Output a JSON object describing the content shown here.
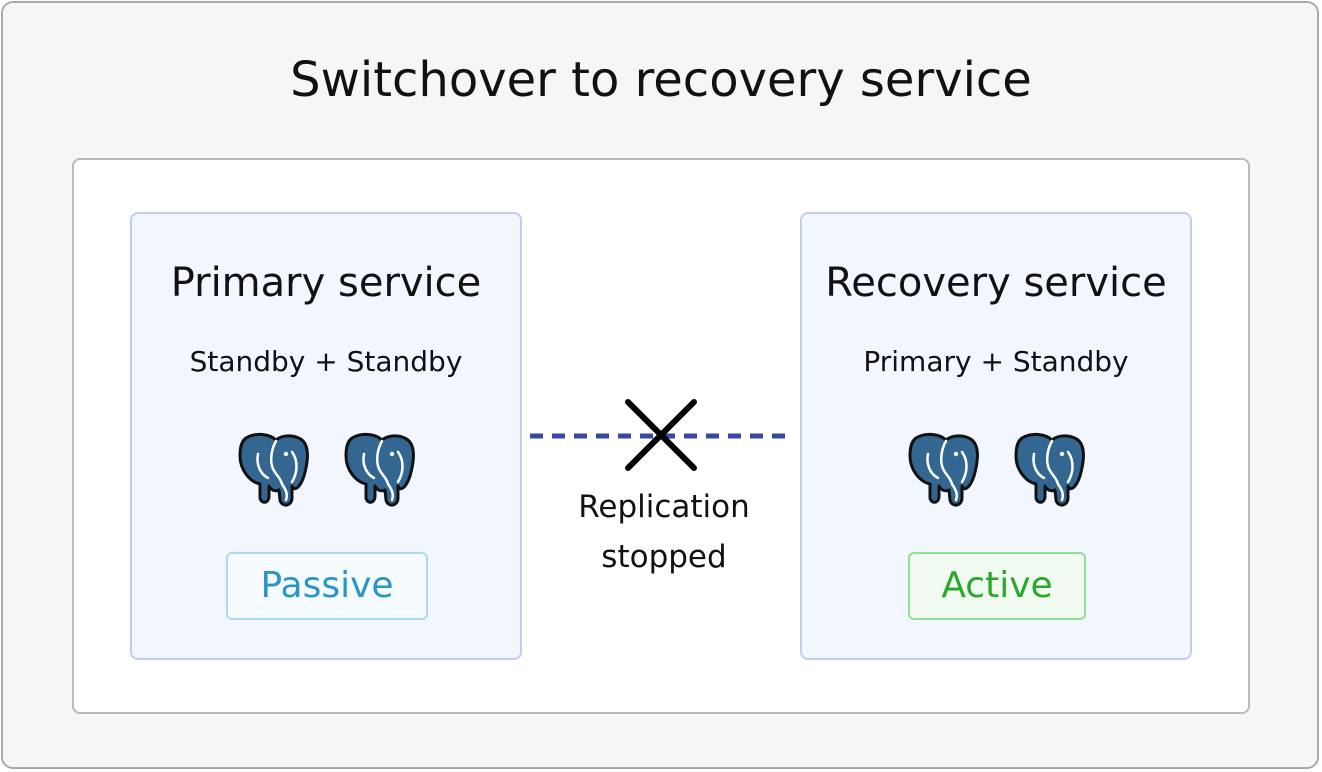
{
  "title": "Switchover to recovery service",
  "primary": {
    "title": "Primary service",
    "subtitle": "Standby + Standby",
    "status": "Passive",
    "status_color": "#2a95c9"
  },
  "recovery": {
    "title": "Recovery service",
    "subtitle": "Primary + Standby",
    "status": "Active",
    "status_color": "#2aa82a"
  },
  "replication": {
    "line1": "Replication",
    "line2": "stopped",
    "line_color": "#3a46a6"
  },
  "icons": {
    "database": "postgresql-elephant-icon",
    "blocked": "cross-icon"
  }
}
